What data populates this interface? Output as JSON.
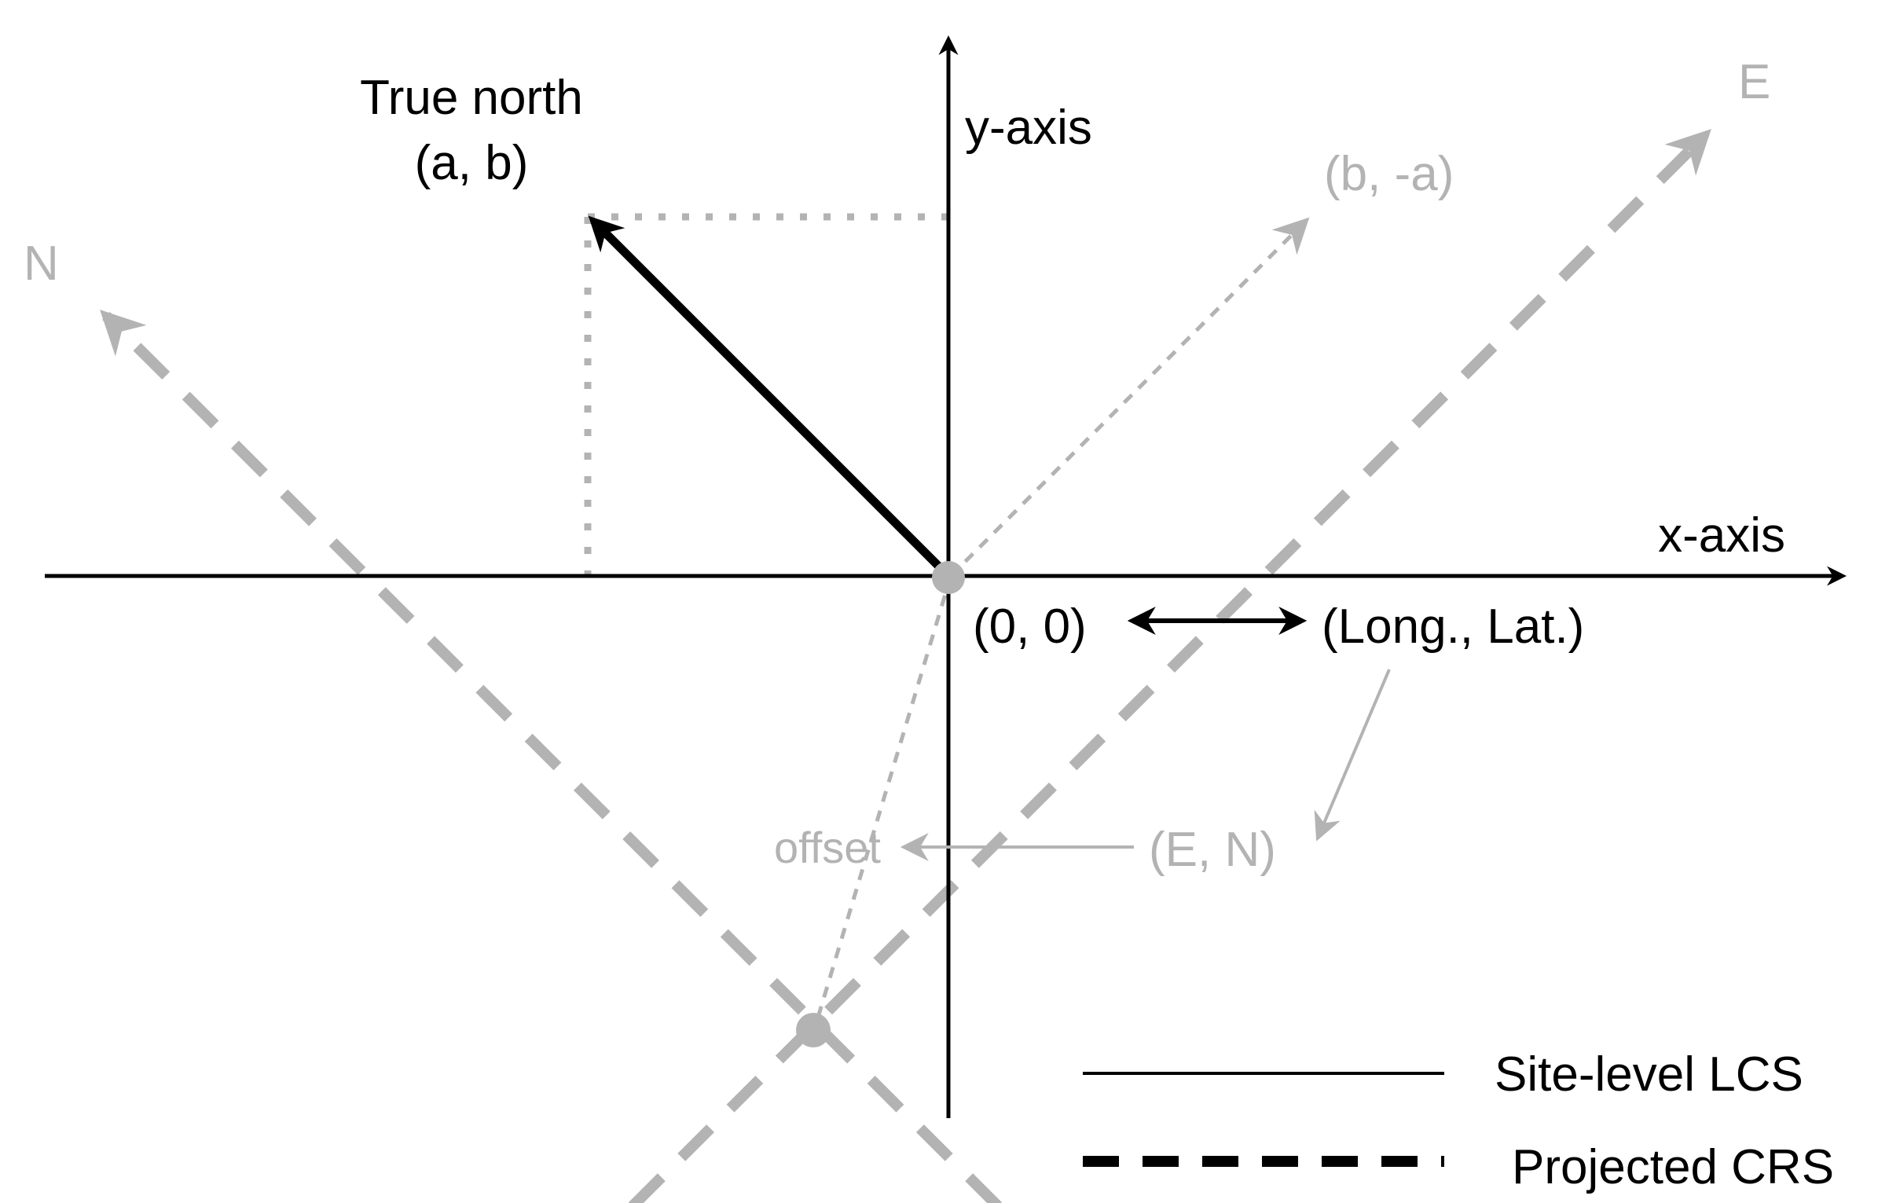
{
  "colors": {
    "primary": "#000000",
    "secondary": "#b3b3b3",
    "background": "#ffffff"
  },
  "labels": {
    "true_north_line1": "True north",
    "true_north_line2": "(a, b)",
    "y_axis": "y-axis",
    "x_axis": "x-axis",
    "origin": "(0, 0)",
    "long_lat": "(Long., Lat.)",
    "b_neg_a": "(b, -a)",
    "east": "E",
    "north": "N",
    "offset": "offset",
    "e_n": "(E, N)"
  },
  "legend": {
    "site_lcs": "Site-level LCS",
    "projected_crs": "Projected CRS"
  }
}
